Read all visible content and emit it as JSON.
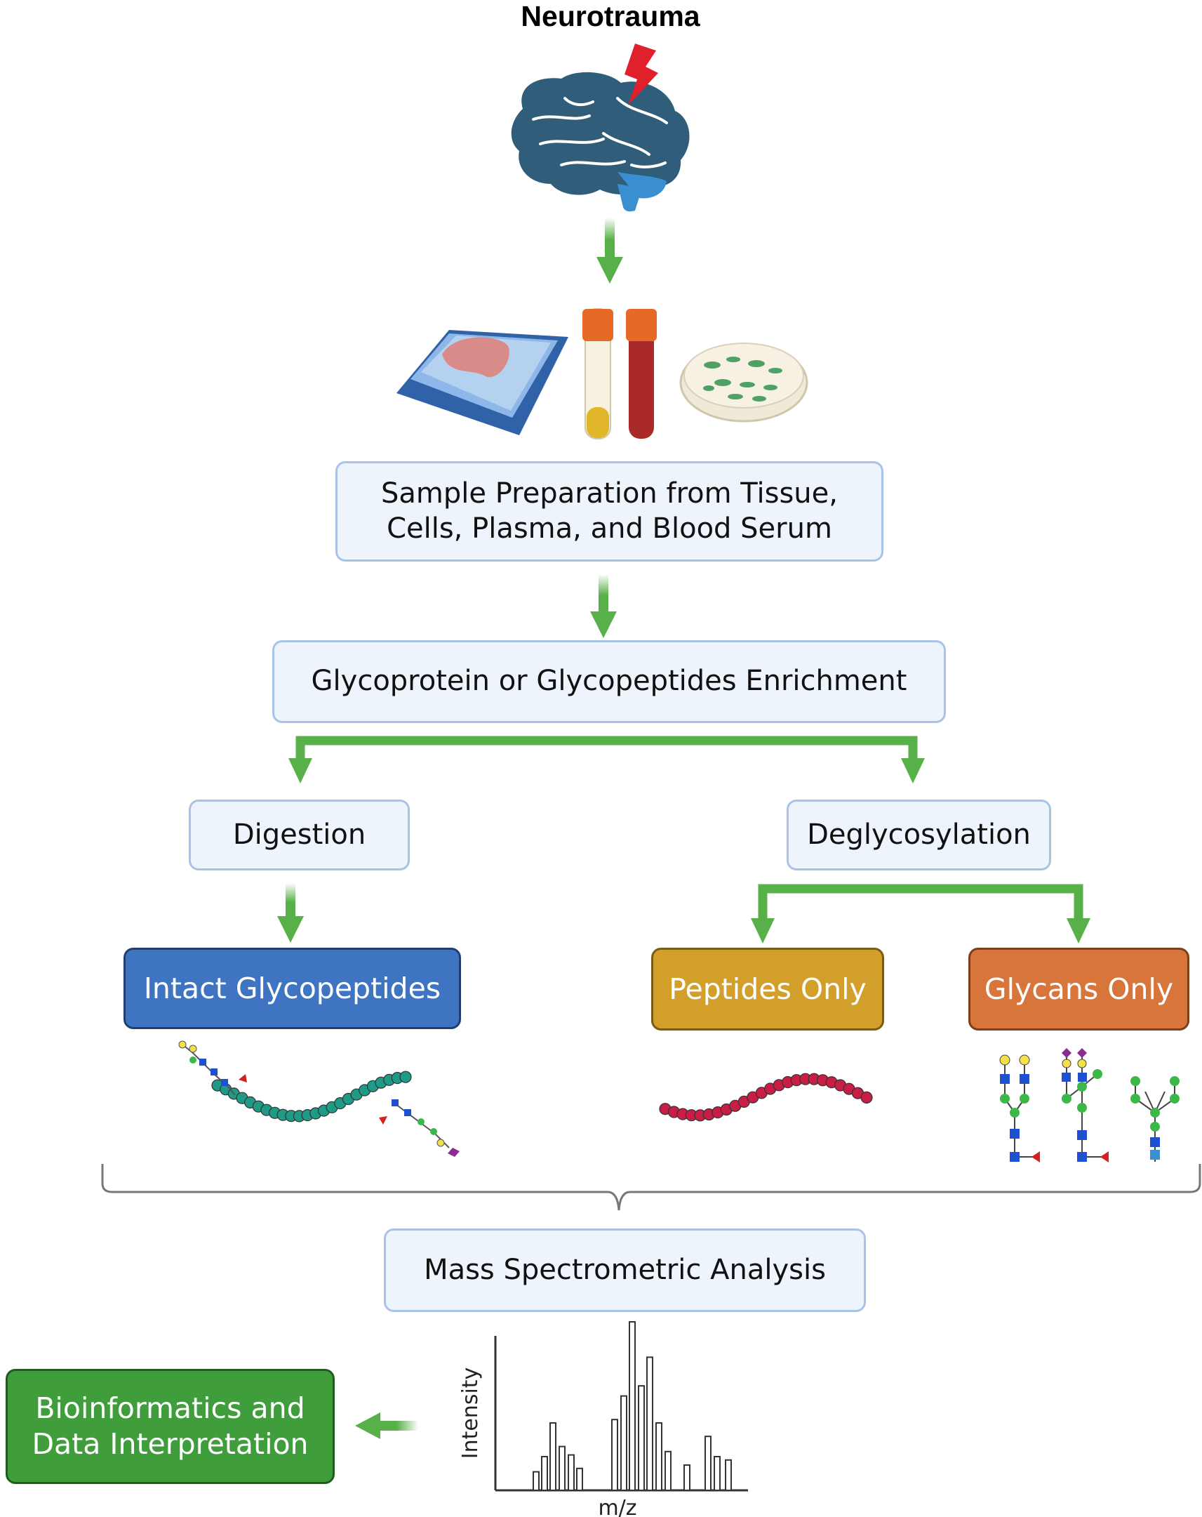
{
  "title": "Neurotrauma",
  "boxes": {
    "sample_prep": "Sample Preparation from Tissue,\nCells, Plasma, and Blood Serum",
    "enrichment": "Glycoprotein or Glycopeptides Enrichment",
    "digestion": "Digestion",
    "deglycosylation": "Deglycosylation",
    "intact": "Intact Glycopeptides",
    "peptides": "Peptides Only",
    "glycans": "Glycans Only",
    "ms": "Mass Spectrometric Analysis",
    "bioinformatics": "Bioinformatics and\nData Interpretation"
  },
  "spectrum": {
    "ylabel": "Intensity",
    "xlabel": "m/z",
    "peaks": [
      0.11,
      0.2,
      0.4,
      0.26,
      0.21,
      0.13,
      0.42,
      0.56,
      1.0,
      0.62,
      0.79,
      0.4,
      0.23,
      0.15,
      0.32,
      0.2,
      0.18
    ]
  },
  "colors": {
    "arrow": "#58b048",
    "brain": "#2f5d7a",
    "lightning": "#e0202a",
    "teal_bead": "#1f9a86",
    "crimson_bead": "#c81e45",
    "glycan_green": "#3cb84a",
    "glycan_blue": "#1e50d0",
    "glycan_yellow": "#f4e04a",
    "glycan_purple": "#8a2d8f",
    "glycan_red": "#d42020"
  }
}
